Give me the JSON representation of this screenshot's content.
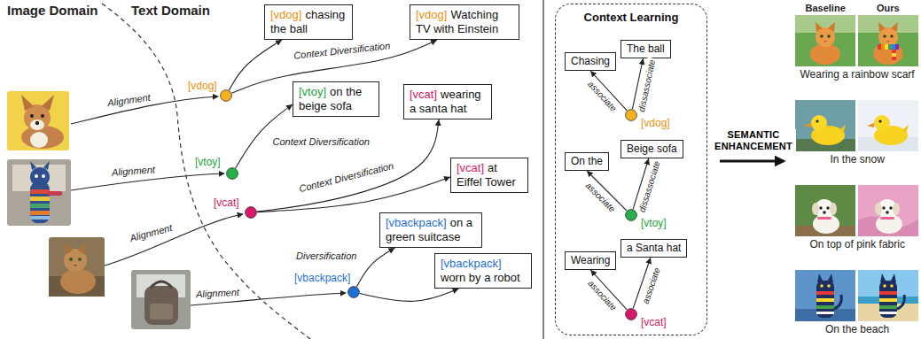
{
  "diagram": {
    "nodes": [
      {
        "text": [
          "[vdog]"
        ]
      },
      {
        "text": [
          "[vdog]",
          "chasing the ball"
        ]
      },
      {
        "text": [
          "[vdog]",
          "Watching TV with Einstein"
        ]
      },
      {
        "text": [
          "[vtoy]"
        ]
      },
      {
        "text": [
          "[vtoy]",
          "on the beige sofa"
        ]
      },
      {
        "text": [
          "[vcat]",
          "wearing a santa hat"
        ]
      },
      {
        "text": [
          "[vcat]"
        ]
      },
      {
        "text": [
          "[vcat]",
          "at Eiffel Tower"
        ]
      },
      {
        "text": [
          "[vbackpack]"
        ]
      },
      {
        "text": [
          "[vbackpack]",
          "on a green suitcase"
        ]
      },
      {
        "text": [
          "[vbackpack]",
          "worn by a robot"
        ]
      },
      {
        "text": [
          "Context Learning"
        ]
      },
      {
        "text": [
          "Chasing"
        ],
        "in": 11
      },
      {
        "text": [
          "The ball"
        ],
        "in": 11
      },
      {
        "text": [
          "[vdog]"
        ],
        "in": 11
      },
      {
        "text": [
          "On the"
        ],
        "in": 11
      },
      {
        "text": [
          "Beige sofa"
        ],
        "in": 11
      },
      {
        "text": [
          "[vtoy]"
        ],
        "in": 11
      },
      {
        "text": [
          "Wearing"
        ],
        "in": 11
      },
      {
        "text": [
          "a Santa hat"
        ],
        "in": 11
      },
      {
        "text": [
          "[vcat]"
        ],
        "in": 11
      }
    ],
    "edges": [
      {
        "from": 0,
        "to": 1,
        "arrow": "to"
      },
      {
        "from": 0,
        "to": 2,
        "label": "Context Diversification",
        "arrow": "to"
      },
      {
        "from": 3,
        "to": 4,
        "label": "Context Diversification",
        "arrow": "to"
      },
      {
        "from": 6,
        "to": 5,
        "label": "Context Diversification",
        "arrow": "to"
      },
      {
        "from": 6,
        "to": 7,
        "arrow": "to"
      },
      {
        "from": 8,
        "to": 9,
        "label": "Diversification",
        "arrow": "to"
      },
      {
        "from": 8,
        "to": 10,
        "arrow": "to"
      },
      {
        "from": 14,
        "to": 12,
        "label": "associate",
        "arrow": "to"
      },
      {
        "from": 14,
        "to": 13,
        "label": "dissassociate",
        "arrow": "to"
      },
      {
        "from": 17,
        "to": 15,
        "label": "associate",
        "arrow": "to"
      },
      {
        "from": 17,
        "to": 16,
        "label": "dissassociate",
        "arrow": "to"
      },
      {
        "from": 20,
        "to": 18,
        "label": "associate",
        "arrow": "to"
      },
      {
        "from": 20,
        "to": 19,
        "label": "associate",
        "arrow": "to"
      }
    ],
    "labels": [
      "Image Domain",
      "Text Domain",
      "Alignment",
      "Alignment",
      "Alignment",
      "Alignment",
      "SEMANTIC ENHANCEMENT",
      "Baseline",
      "Ours",
      "Wearing a rainbow scarf",
      "In the snow",
      "On top of pink fabric",
      "On the beach"
    ]
  }
}
